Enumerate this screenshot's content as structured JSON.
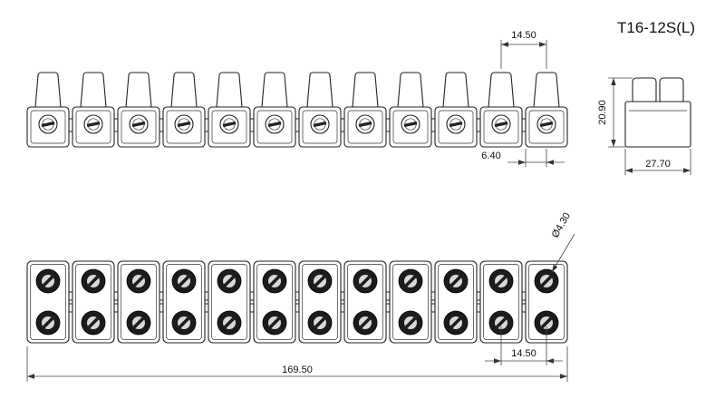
{
  "title": "T16-12S(L)",
  "drawing": {
    "positions": 12,
    "dimensions": {
      "pitch_top": "14.50",
      "screw_edge_offset": "6.40",
      "total_height": "20.90",
      "body_depth": "27.70",
      "hole_diameter": "Ø4.30",
      "overall_length": "169.50",
      "pitch_bottom": "14.50"
    }
  }
}
